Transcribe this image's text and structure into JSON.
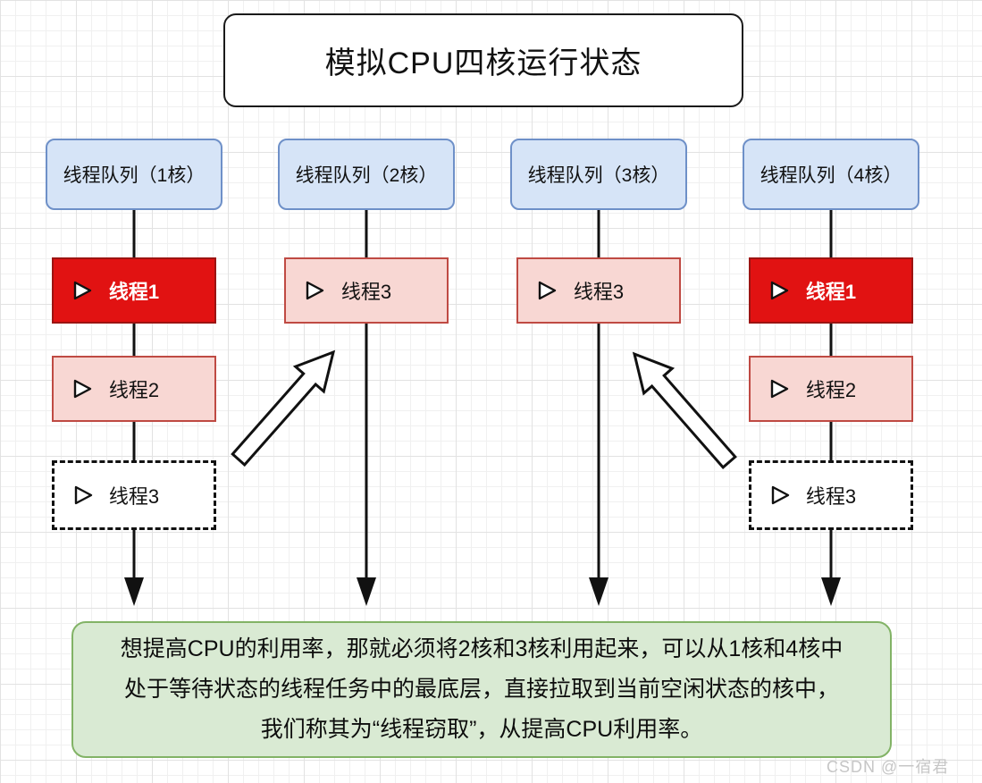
{
  "title": "模拟CPU四核运行状态",
  "columns": [
    {
      "header": "线程队列（1核）",
      "threads": [
        {
          "label": "线程1",
          "state": "running"
        },
        {
          "label": "线程2",
          "state": "waiting"
        },
        {
          "label": "线程3",
          "state": "waiting-dashed"
        }
      ]
    },
    {
      "header": "线程队列（2核）",
      "threads": [
        {
          "label": "线程3",
          "state": "waiting"
        }
      ]
    },
    {
      "header": "线程队列（3核）",
      "threads": [
        {
          "label": "线程3",
          "state": "waiting"
        }
      ]
    },
    {
      "header": "线程队列（4核）",
      "threads": [
        {
          "label": "线程1",
          "state": "running"
        },
        {
          "label": "线程2",
          "state": "waiting"
        },
        {
          "label": "线程3",
          "state": "waiting-dashed"
        }
      ]
    }
  ],
  "steal_arrows": [
    {
      "from": "1核",
      "to": "2核",
      "direction": "up-right"
    },
    {
      "from": "4核",
      "to": "3核",
      "direction": "up-left"
    }
  ],
  "note": {
    "lines": [
      "想提高CPU的利用率，那就必须将2核和3核利用起来，可以从1核和4核中",
      "处于等待状态的线程任务中的最底层，直接拉取到当前空闲状态的核中，",
      "我们称其为“线程窃取”，从提高CPU利用率。"
    ]
  },
  "watermark": "CSDN @一宿君",
  "icons": {
    "play": "triangle-right-outline"
  },
  "colors": {
    "running_fill": "#e11212",
    "running_border": "#9c1412",
    "waiting_fill": "#f8d7d3",
    "waiting_border": "#bf4a43",
    "header_fill": "#d6e4f7",
    "header_border": "#6e90c8",
    "note_fill": "#d9ead3",
    "note_border": "#82b366"
  }
}
